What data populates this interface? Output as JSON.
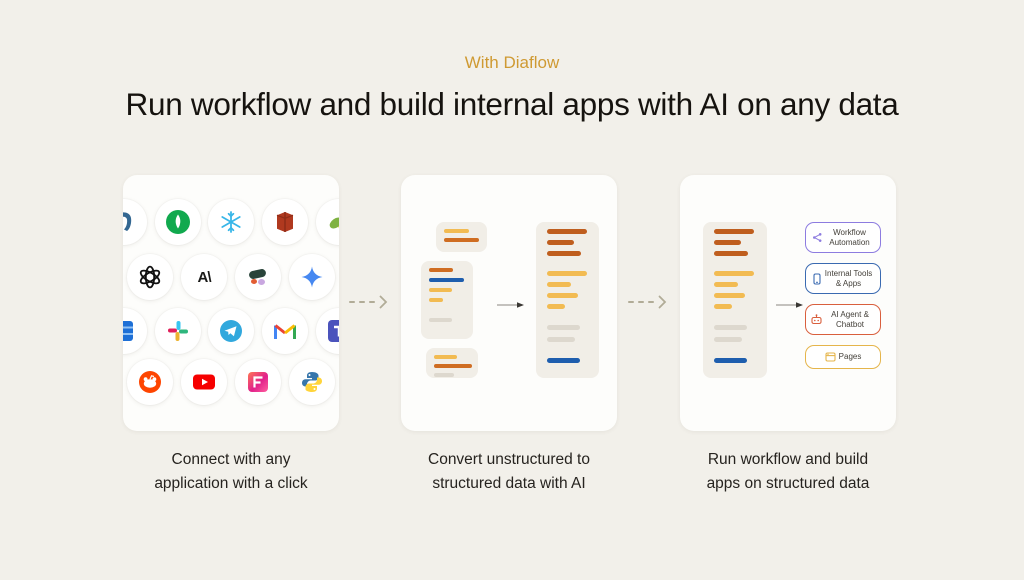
{
  "header": {
    "eyebrow": "With Diaflow",
    "eyebrow_color": "#cf9a33",
    "title": "Run workflow and build internal apps with AI on any data"
  },
  "palette": {
    "od": "#bf5e1e",
    "o": "#cf6d22",
    "y": "#f2bb52",
    "g": "#ddd8ce",
    "b": "#1e5eae"
  },
  "panels": {
    "connect": {
      "caption_line1": "Connect with any",
      "caption_line2": "application with a click",
      "app_icons": [
        "postgresql-icon (clipped left)",
        "mongodb-icon",
        "snowflake-icon",
        "redshift-icon",
        "leaf-icon (clipped right)",
        "openai-icon",
        "anthropic-icon",
        "cohere-icon",
        "gemini-icon",
        "database-icon (clipped left)",
        "slack-icon",
        "telegram-icon",
        "gmail-icon",
        "teams-icon (clipped right)",
        "reddit-icon",
        "youtube-icon",
        "f-gradient-app-icon",
        "python-icon"
      ],
      "anthropic_glyph": "A\\"
    },
    "convert": {
      "caption_line1": "Convert unstructured to",
      "caption_line2": "structured data with AI",
      "mini1_bars": [
        {
          "c": "y",
          "w": 25,
          "h": 4,
          "mt": 0
        },
        {
          "c": "o",
          "w": 35,
          "h": 4,
          "mt": 5
        }
      ],
      "mini2_bars": [
        {
          "c": "o",
          "w": 24,
          "h": 4,
          "mt": 0
        },
        {
          "c": "b",
          "w": 35,
          "h": 4,
          "mt": 6
        },
        {
          "c": "y",
          "w": 23,
          "h": 4,
          "mt": 6
        },
        {
          "c": "y",
          "w": 14,
          "h": 4,
          "mt": 6
        },
        {
          "c": "g",
          "w": 23,
          "h": 4,
          "mt": 16
        }
      ],
      "mini3_bars": [
        {
          "c": "y",
          "w": 23,
          "h": 4,
          "mt": 0
        },
        {
          "c": "o",
          "w": 38,
          "h": 4,
          "mt": 5
        },
        {
          "c": "g",
          "w": 20,
          "h": 4,
          "mt": 5
        }
      ],
      "structured_bars": [
        {
          "c": "od",
          "w": 40,
          "mt": 0
        },
        {
          "c": "od",
          "w": 27,
          "mt": 6
        },
        {
          "c": "od",
          "w": 34,
          "mt": 6
        },
        {
          "c": "y",
          "w": 40,
          "mt": 15
        },
        {
          "c": "y",
          "w": 24,
          "mt": 6
        },
        {
          "c": "y",
          "w": 31,
          "mt": 6
        },
        {
          "c": "y",
          "w": 18,
          "mt": 6
        },
        {
          "c": "g",
          "w": 33,
          "mt": 16
        },
        {
          "c": "g",
          "w": 28,
          "mt": 7
        },
        {
          "c": "b",
          "w": 33,
          "mt": 16
        }
      ]
    },
    "run": {
      "caption_line1": "Run workflow and build",
      "caption_line2": "apps on structured data",
      "structured_bars": [
        {
          "c": "od",
          "w": 40,
          "mt": 0
        },
        {
          "c": "od",
          "w": 27,
          "mt": 6
        },
        {
          "c": "od",
          "w": 34,
          "mt": 6
        },
        {
          "c": "y",
          "w": 40,
          "mt": 15
        },
        {
          "c": "y",
          "w": 24,
          "mt": 6
        },
        {
          "c": "y",
          "w": 31,
          "mt": 6
        },
        {
          "c": "y",
          "w": 18,
          "mt": 6
        },
        {
          "c": "g",
          "w": 33,
          "mt": 16
        },
        {
          "c": "g",
          "w": 28,
          "mt": 7
        },
        {
          "c": "b",
          "w": 33,
          "mt": 16
        }
      ],
      "buttons": [
        {
          "label": "Workflow Automation",
          "icon": "workflow-branch-icon",
          "accent": "#8d7ce0"
        },
        {
          "label": "Internal Tools & Apps",
          "icon": "mobile-device-icon",
          "accent": "#3a6ab1"
        },
        {
          "label": "AI Agent & Chatbot",
          "icon": "robot-icon",
          "accent": "#d95f3d"
        },
        {
          "label": "Pages",
          "icon": "browser-window-icon",
          "accent": "#e5b54b"
        }
      ]
    }
  }
}
